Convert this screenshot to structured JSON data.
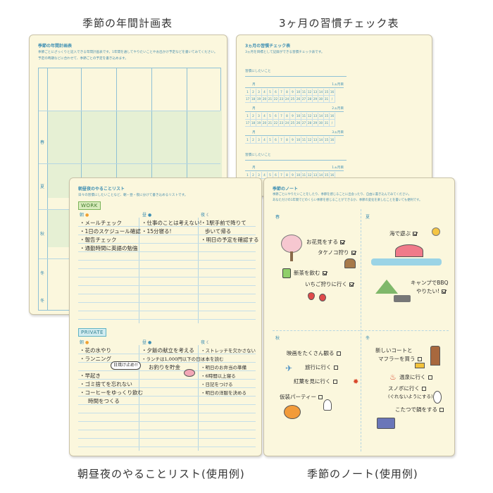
{
  "captions": {
    "top_left": "季節の年間計画表",
    "top_right": "3ヶ月の習慣チェック表",
    "bottom_left": "朝昼夜のやることリスト(使用例)",
    "bottom_right": "季節のノート(使用例)"
  },
  "annual_plan": {
    "title": "季節の年間計画表",
    "desc1": "季節ごとにざっくりと記入できる年間計画表です。1年間を通してやりたいことやお出かけ予定などを書いてみてください。",
    "desc2": "予定の時期などに合わせて、季節ごとの予定を書き込めます。",
    "seasons": [
      "春",
      "夏",
      "秋",
      "冬",
      "冬"
    ]
  },
  "habit": {
    "title": "3ヵ月の習慣チェック表",
    "desc": "3ヵ月を目標として記録ができる習慣チェック表です。",
    "habit_label": "習慣にしたいこと",
    "month_label": "月",
    "row_labels": [
      "1ヵ月目",
      "2ヵ月目",
      "3ヵ月目",
      "1ヵ月目"
    ],
    "days_row1": [
      "1",
      "2",
      "3",
      "4",
      "5",
      "6",
      "7",
      "8",
      "9",
      "10",
      "11",
      "12",
      "13",
      "14",
      "15",
      "16"
    ],
    "days_row2": [
      "17",
      "18",
      "19",
      "20",
      "21",
      "22",
      "23",
      "24",
      "25",
      "26",
      "27",
      "28",
      "29",
      "30",
      "31",
      "/"
    ]
  },
  "todo": {
    "title": "朝昼夜のやることリスト",
    "desc": "日々の習慣にしたいことなど、朝・昼・夜に分けて書き込めるリストです。",
    "work_label": "WORK",
    "private_label": "PRIVATE",
    "col_morning": "朝",
    "col_noon": "昼",
    "col_night": "夜",
    "work_morning": [
      "・メールチェック",
      "・1日のスケジュール確認",
      "・報告チェック",
      "・通勤時間に英語の勉強"
    ],
    "work_noon": [
      "・仕事のことは考えない!",
      "・15分寝る!"
    ],
    "work_night": [
      "・1駅手前で降りて",
      "歩いて帰る",
      "・明日の予定を確認する"
    ],
    "private_morning": [
      "・花の水やり",
      "・ランニング",
      "日焼け止め!!",
      "・早起き",
      "・ゴミ捨てを忘れない",
      "・コーヒーをゆっくり飲む",
      "時間をつくる"
    ],
    "private_noon": [
      "・夕飯の献立を考える",
      "・ランチは1,000円以下の日は",
      "お釣りを貯金"
    ],
    "private_night": [
      "・ストレッチを欠かさない",
      "・本を読む",
      "・明日のお弁当の準備",
      "・6時間以上寝る",
      "・日記をつける",
      "・明日の洋服を決める"
    ]
  },
  "season_note": {
    "title": "季節のノート",
    "desc1": "季節ごとにやりたいことをしたり、季節を感じることに出会ったり、自由に書き込んでみてください。",
    "desc2": "あなただけの1年間でどのくらい季節を感じることができるか、季節の変化を楽しむことを書いても便利です。",
    "spring": "春",
    "summer": "夏",
    "autumn": "秋",
    "winter": "冬",
    "spring_items": [
      "お花見をする",
      "タケノコ狩り",
      "新茶を飲む",
      "いちご狩りに行く"
    ],
    "summer_items": [
      "海で遊ぶ",
      "キャンプでBBQ",
      "やりたい!"
    ],
    "autumn_items": [
      "映画をたくさん観る",
      "旅行に行く",
      "紅葉を見に行く",
      "仮装パーティー"
    ],
    "winter_items": [
      "新しいコートと",
      "マフラーを買う",
      "温泉に行く",
      "スノボに行く",
      "(ぐれないようにする)",
      "こたつで鍋をする"
    ]
  }
}
